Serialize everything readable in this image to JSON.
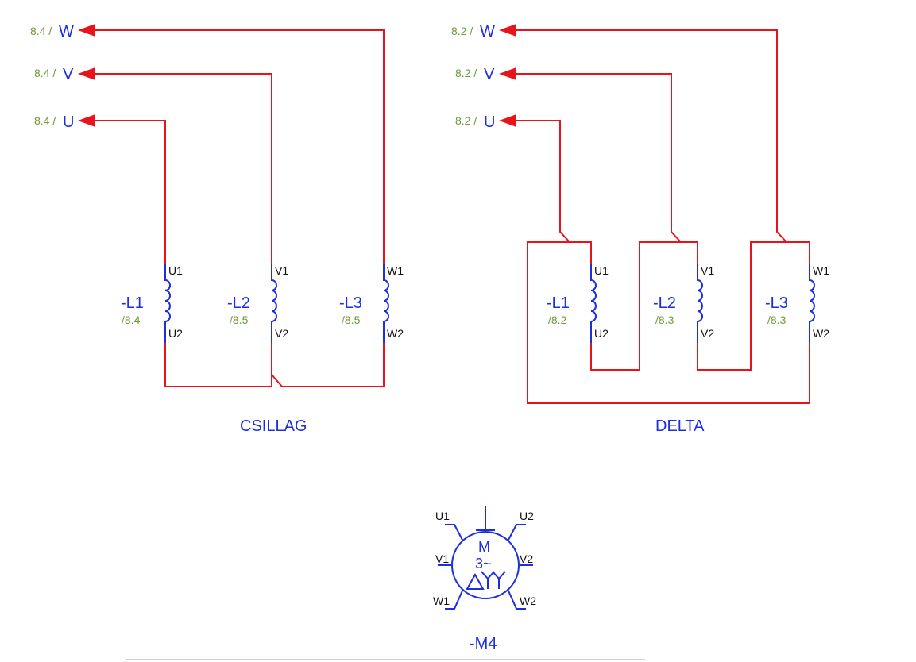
{
  "star": {
    "caption": "CSILLAG",
    "outputs": [
      {
        "ref": "8.4 /",
        "phase": "W"
      },
      {
        "ref": "8.4 /",
        "phase": "V"
      },
      {
        "ref": "8.4 /",
        "phase": "U"
      }
    ],
    "coils": [
      {
        "name": "-L1",
        "ref": "/8.4",
        "top": "U1",
        "bottom": "U2"
      },
      {
        "name": "-L2",
        "ref": "/8.5",
        "top": "V1",
        "bottom": "V2"
      },
      {
        "name": "-L3",
        "ref": "/8.5",
        "top": "W1",
        "bottom": "W2"
      }
    ]
  },
  "delta": {
    "caption": "DELTA",
    "outputs": [
      {
        "ref": "8.2 /",
        "phase": "W"
      },
      {
        "ref": "8.2 /",
        "phase": "V"
      },
      {
        "ref": "8.2 /",
        "phase": "U"
      }
    ],
    "coils": [
      {
        "name": "-L1",
        "ref": "/8.2",
        "top": "U1",
        "bottom": "U2"
      },
      {
        "name": "-L2",
        "ref": "/8.3",
        "top": "V1",
        "bottom": "V2"
      },
      {
        "name": "-L3",
        "ref": "/8.3",
        "top": "W1",
        "bottom": "W2"
      }
    ]
  },
  "motor": {
    "name": "-M4",
    "symbol_m": "M",
    "symbol_phase": "3~",
    "terminals": {
      "u1": "U1",
      "u2": "U2",
      "v1": "V1",
      "v2": "V2",
      "w1": "W1",
      "w2": "W2"
    }
  },
  "colors": {
    "wire": "#e8141c",
    "symbol": "#1c2ee0",
    "reference": "#6e9a3a"
  }
}
